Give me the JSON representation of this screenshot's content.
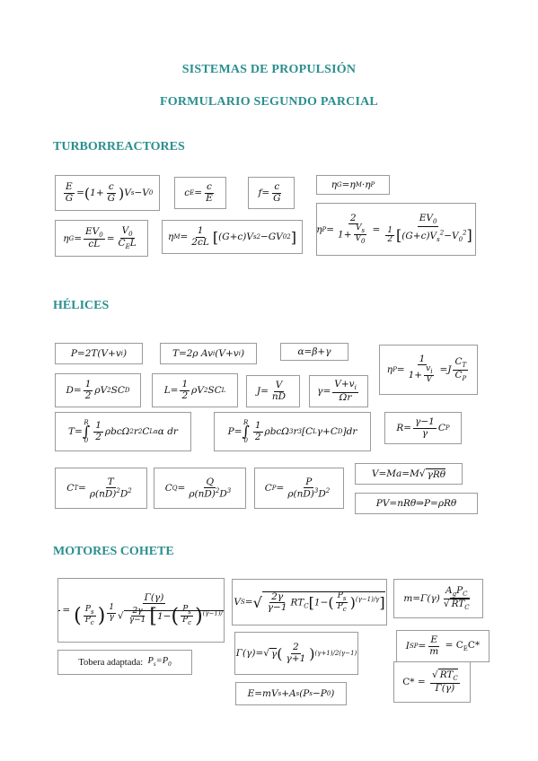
{
  "header": {
    "title": "SISTEMAS DE PROPULSIÓN",
    "subtitle": "FORMULARIO SEGUNDO PARCIAL"
  },
  "sections": {
    "turbo": "TURBORREACTORES",
    "helices": "HÉLICES",
    "cohete": "MOTORES COHETE"
  },
  "text": {
    "tobera": "Tobera adaptada:"
  },
  "colors": {
    "heading": "#2b8e8e",
    "border": "#9a9a9a"
  }
}
